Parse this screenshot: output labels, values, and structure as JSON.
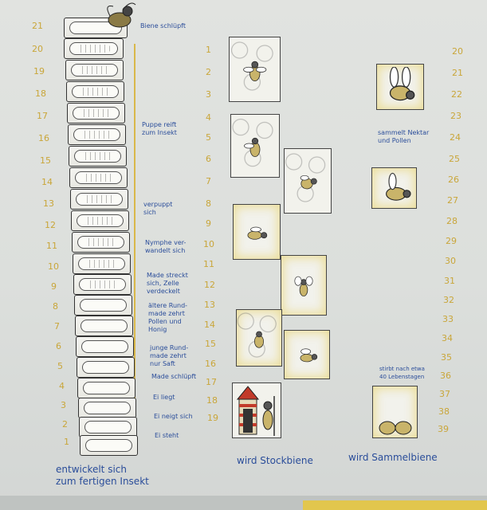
{
  "colors": {
    "number": "#c9a63a",
    "label": "#2a4d9a",
    "timeline": "#d9b84a"
  },
  "left_numbers": [
    "21",
    "20",
    "19",
    "18",
    "17",
    "16",
    "15",
    "14",
    "13",
    "12",
    "11",
    "10",
    "9",
    "8",
    "7",
    "6",
    "5",
    "4",
    "3",
    "2",
    "1"
  ],
  "middle_numbers": [
    "1",
    "2",
    "3",
    "4",
    "5",
    "6",
    "7",
    "8",
    "9",
    "10",
    "11",
    "12",
    "13",
    "14",
    "15",
    "16",
    "17",
    "18",
    "19"
  ],
  "right_numbers": [
    "20",
    "21",
    "22",
    "23",
    "24",
    "25",
    "26",
    "27",
    "28",
    "29",
    "30",
    "31",
    "32",
    "33",
    "34",
    "35",
    "36",
    "37",
    "38",
    "39"
  ],
  "stages": {
    "s21": "Biene schlüpft",
    "s16": "Puppe reift\nzum Insekt",
    "s12": "verpuppt\nsich",
    "s10": "Nymphe ver-\nwandelt sich",
    "s8": "Made streckt\nsich, Zelle\nverdeckelt",
    "s7": "ältere Rund-\nmade zehrt\nPollen und\nHonig",
    "s5": "junge Rund-\nmade zehrt\nnur Saft",
    "s4": "Made schlüpft",
    "s3": "Ei liegt",
    "s2": "Ei neigt sich",
    "s1": "Ei steht"
  },
  "forager_notes": {
    "nectar": "sammelt Nektar\nund Pollen",
    "death": "stirbt nach etwa\n40 Lebenstagen"
  },
  "footer": {
    "left": "entwickelt sich\nzum fertigen Insekt",
    "middle": "wird Stockbiene",
    "right": "wird Sammelbiene"
  }
}
